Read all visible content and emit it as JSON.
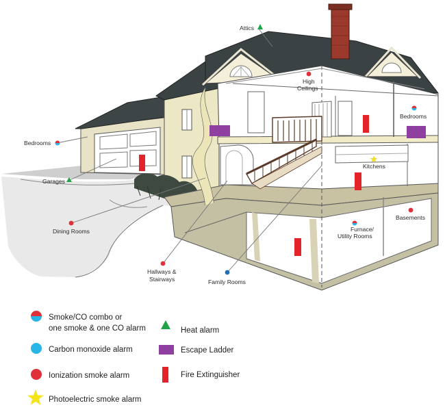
{
  "labels": {
    "attics": "Attics",
    "high_ceilings_1": "High",
    "high_ceilings_2": "Ceilings",
    "bedrooms_left": "Bedrooms",
    "bedrooms_right": "Bedrooms",
    "garages": "Garages",
    "kitchens": "Kitchens",
    "dining_rooms": "Dining Rooms",
    "furnace_1": "Furnace/",
    "furnace_2": "Utility Rooms",
    "basements": "Basements",
    "hallways_1": "Hallways &",
    "hallways_2": "Stairways",
    "family_rooms": "Family Rooms"
  },
  "legend": {
    "combo_1": "Smoke/CO combo or",
    "combo_2": "one smoke & one CO alarm",
    "co": "Carbon monoxide alarm",
    "ionization": "Ionization smoke alarm",
    "photoelectric": "Photoelectric smoke alarm",
    "heat": "Heat alarm",
    "ladder": "Escape Ladder",
    "extinguisher": "Fire Extinguisher"
  },
  "colors": {
    "ionization_red": "#e0303a",
    "co_blue": "#29b6e6",
    "heat_green": "#21a34a",
    "photo_yellow": "#f5e31b",
    "ladder_purple": "#8e3fa0",
    "extinguisher_red": "#e2232a",
    "family_blue": "#1f6fb5"
  },
  "icons": {
    "combo": "half-red-half-blue-circle",
    "co": "blue-circle",
    "ionization": "red-circle",
    "photoelectric": "yellow-star",
    "heat": "green-triangle",
    "ladder": "purple-rectangle",
    "extinguisher": "red-bar"
  }
}
